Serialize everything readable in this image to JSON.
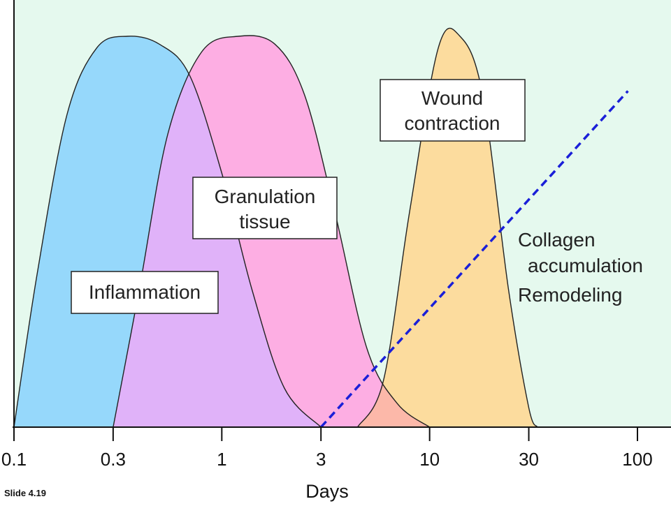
{
  "slide_label": "Slide 4.19",
  "colors": {
    "background": "#e5f9ee",
    "inflammation": "#96d8fb",
    "granulation": "#fdaee3",
    "overlap_inflammation_granulation": "#e0b2f9",
    "wound_contraction": "#fcdc9e",
    "overlap_granulation_contraction": "#fcb8a9",
    "collagen_line": "#1a1fd8",
    "outline": "#222222"
  },
  "chart_data": {
    "type": "area",
    "xlabel": "Days",
    "ylabel": "",
    "x_scale": "log",
    "xlim": [
      0.1,
      100
    ],
    "x_ticks": [
      0.1,
      0.3,
      1,
      3,
      10,
      30,
      100
    ],
    "x_tick_labels": [
      "0.1",
      "0.3",
      "1",
      "3",
      "10",
      "30",
      "100"
    ],
    "ylim": [
      0,
      1
    ],
    "grid": false,
    "series": [
      {
        "name": "Inflammation",
        "label_lines": [
          "Inflammation"
        ],
        "x": [
          0.1,
          0.13,
          0.18,
          0.25,
          0.35,
          0.5,
          0.7,
          1.0,
          1.4,
          2.0,
          3.0
        ],
        "y": [
          0.0,
          0.4,
          0.8,
          0.97,
          1.0,
          0.98,
          0.9,
          0.65,
          0.35,
          0.1,
          0.0
        ]
      },
      {
        "name": "Granulation tissue",
        "label_lines": [
          "Granulation",
          "tissue"
        ],
        "x": [
          0.3,
          0.4,
          0.55,
          0.8,
          1.2,
          1.8,
          2.5,
          3.5,
          5.0,
          7.0,
          10.0
        ],
        "y": [
          0.0,
          0.35,
          0.75,
          0.96,
          1.0,
          0.98,
          0.85,
          0.55,
          0.2,
          0.06,
          0.0
        ]
      },
      {
        "name": "Wound contraction",
        "label_lines": [
          "Wound",
          "contraction"
        ],
        "x": [
          4.5,
          6.0,
          8.0,
          11.0,
          14.0,
          18.0,
          24.0,
          30.0,
          33.0
        ],
        "y": [
          0.0,
          0.12,
          0.55,
          0.97,
          1.0,
          0.85,
          0.35,
          0.05,
          0.0
        ]
      },
      {
        "name": "Collagen accumulation Remodeling",
        "label_lines": [
          "Collagen",
          "accumulation",
          "Remodeling"
        ],
        "style": "dashed",
        "x": [
          3.0,
          90.0
        ],
        "y": [
          0.0,
          0.86
        ]
      }
    ]
  }
}
